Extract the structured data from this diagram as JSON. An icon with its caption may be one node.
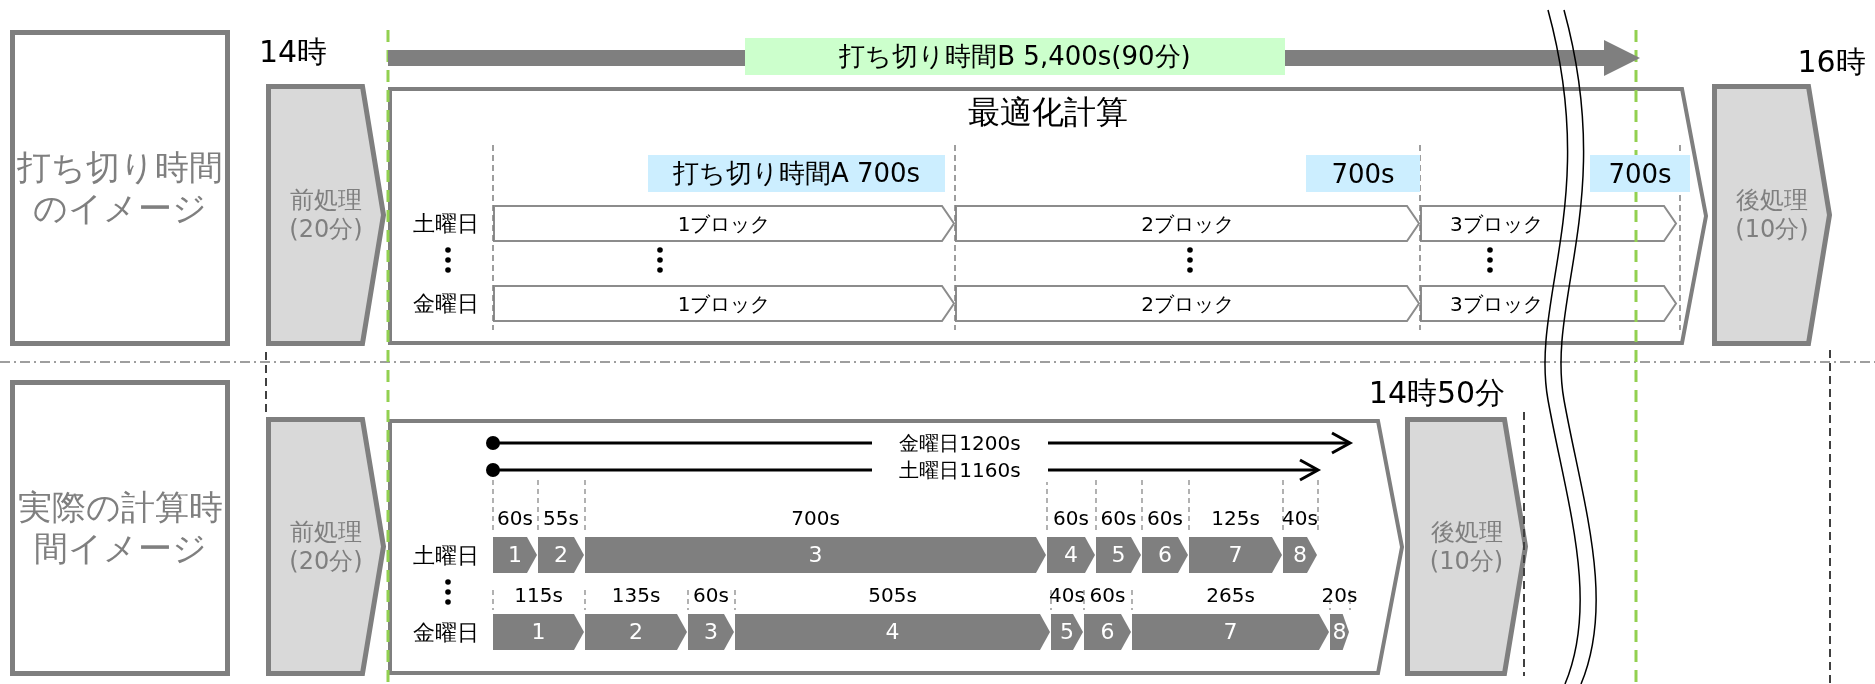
{
  "diagram": {
    "nodes": [
      {
        "text": [
          "打ち切り時間のイメージ"
        ]
      },
      {
        "text": [
          "前処理(20分)"
        ]
      },
      {
        "text": [
          "最適化計算"
        ]
      },
      {
        "text": [
          "1ブロック"
        ],
        "in": 2
      },
      {
        "text": [
          "2ブロック"
        ],
        "in": 2
      },
      {
        "text": [
          "3ブロック"
        ],
        "in": 2
      },
      {
        "text": [
          "1ブロック"
        ],
        "in": 2
      },
      {
        "text": [
          "2ブロック"
        ],
        "in": 2
      },
      {
        "text": [
          "3ブロック"
        ],
        "in": 2
      },
      {
        "text": [
          "後処理(10分)"
        ]
      },
      {
        "text": [
          "実際の計算時間イメージ"
        ]
      },
      {
        "text": [
          "前処理(20分)"
        ]
      },
      {
        "text": [],
        "shape": "chevron"
      },
      {
        "text": [
          "1"
        ],
        "in": 12,
        "beside": [
          "60s"
        ]
      },
      {
        "text": [
          "2"
        ],
        "in": 12,
        "beside": [
          "55s"
        ]
      },
      {
        "text": [
          "3"
        ],
        "in": 12,
        "beside": [
          "700s"
        ]
      },
      {
        "text": [
          "4"
        ],
        "in": 12,
        "beside": [
          "60s"
        ]
      },
      {
        "text": [
          "5"
        ],
        "in": 12,
        "beside": [
          "60s"
        ]
      },
      {
        "text": [
          "6"
        ],
        "in": 12,
        "beside": [
          "60s"
        ]
      },
      {
        "text": [
          "7"
        ],
        "in": 12,
        "beside": [
          "125s"
        ]
      },
      {
        "text": [
          "8"
        ],
        "in": 12,
        "beside": [
          "40s"
        ]
      },
      {
        "text": [
          "1"
        ],
        "in": 12,
        "beside": [
          "115s"
        ]
      },
      {
        "text": [
          "2"
        ],
        "in": 12,
        "beside": [
          "135s"
        ]
      },
      {
        "text": [
          "3"
        ],
        "in": 12,
        "beside": [
          "60s"
        ]
      },
      {
        "text": [
          "4"
        ],
        "in": 12,
        "beside": [
          "505s"
        ]
      },
      {
        "text": [
          "5"
        ],
        "in": 12,
        "beside": [
          "40s"
        ]
      },
      {
        "text": [
          "6"
        ],
        "in": 12,
        "beside": [
          "60s"
        ]
      },
      {
        "text": [
          "7"
        ],
        "in": 12,
        "beside": [
          "265s"
        ]
      },
      {
        "text": [
          "8"
        ],
        "in": 12,
        "beside": [
          "20s"
        ]
      },
      {
        "text": [
          "後処理(10分)"
        ]
      }
    ],
    "labels": [
      "14時",
      "打ち切り時間B 5,400s(90分)",
      "16時",
      "打ち切り時間A 700s",
      "700s",
      "700s",
      "土曜日",
      "金曜日",
      "14時50分",
      "金曜日1200s",
      "土曜日1160s",
      "土曜日",
      "金曜日"
    ]
  }
}
